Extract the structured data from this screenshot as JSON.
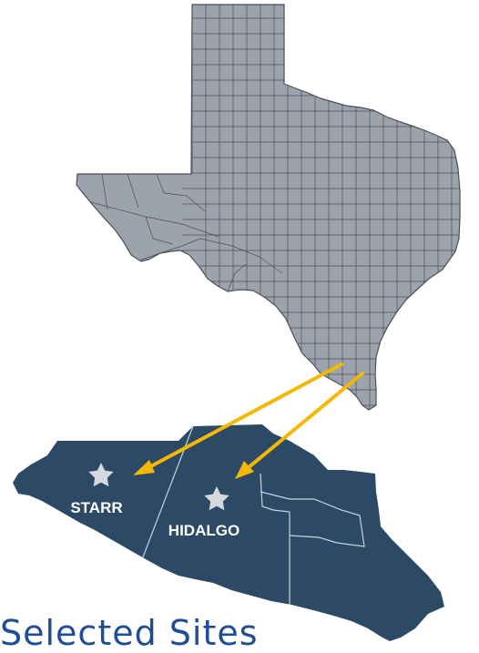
{
  "map": {
    "state_fill": "#9da3ad",
    "state_lines": "#4a4f57",
    "region_fill": "#2c4a66",
    "region_lines": "#c9d2dc",
    "arrow_color": "#f5b800",
    "star_color": "#d4d9e0"
  },
  "counties": [
    {
      "label": "STARR",
      "icon": "star-icon"
    },
    {
      "label": "HIDALGO",
      "icon": "star-icon"
    }
  ],
  "caption": "Selected Sites"
}
